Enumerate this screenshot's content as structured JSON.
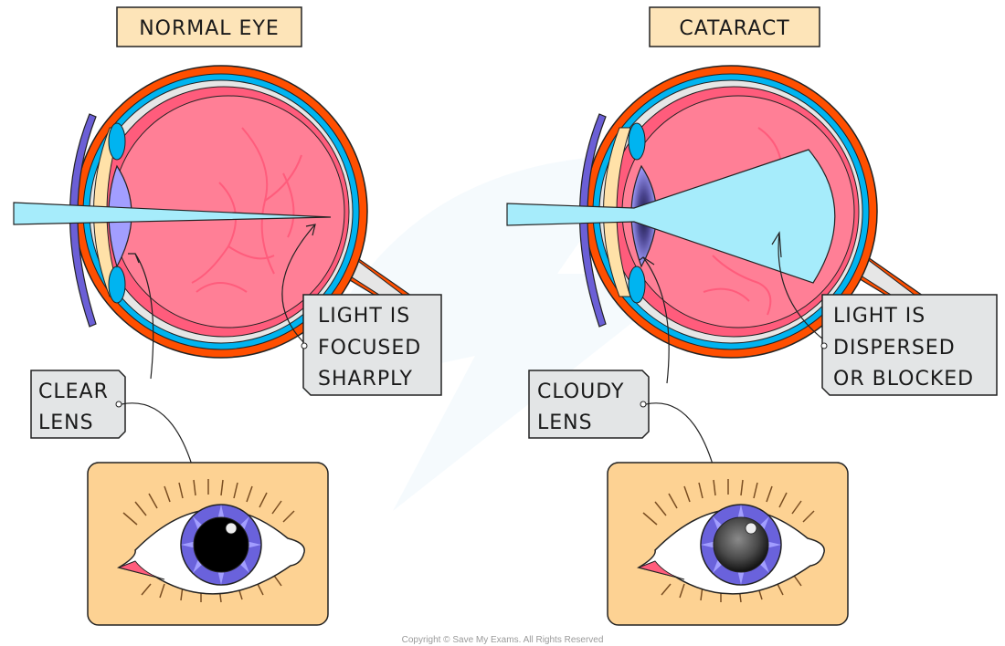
{
  "diagram": {
    "panels": [
      {
        "id": "normal",
        "title": "NORMAL  EYE",
        "lens_label": [
          "CLEAR",
          "LENS"
        ],
        "light_label": [
          "LIGHT  IS",
          "FOCUSED",
          "SHARPLY"
        ],
        "pupil_state": "clear"
      },
      {
        "id": "cataract",
        "title": "CATARACT",
        "lens_label": [
          "CLOUDY",
          "LENS"
        ],
        "light_label": [
          "LIGHT  IS",
          "DISPERSED",
          "OR  BLOCKED"
        ],
        "pupil_state": "cloudy"
      }
    ],
    "copyright": "Copyright © Save My Exams. All Rights Reserved"
  },
  "colors": {
    "title_box": "#fde4b8",
    "label_box": "#e3e5e6",
    "sclera_orange": "#ff4f00",
    "choroid_blue": "#00b4f0",
    "retina_pink": "#ff5c7c",
    "vitreous_pink": "#ff7f96",
    "lens_purple": "#a29eff",
    "light_beam": "#a6ecfb",
    "eyelid_purple": "#6b5fd6",
    "cornea_cream": "#ffe1a8",
    "skin": "#fdd293",
    "iris": "#6a62dc"
  }
}
